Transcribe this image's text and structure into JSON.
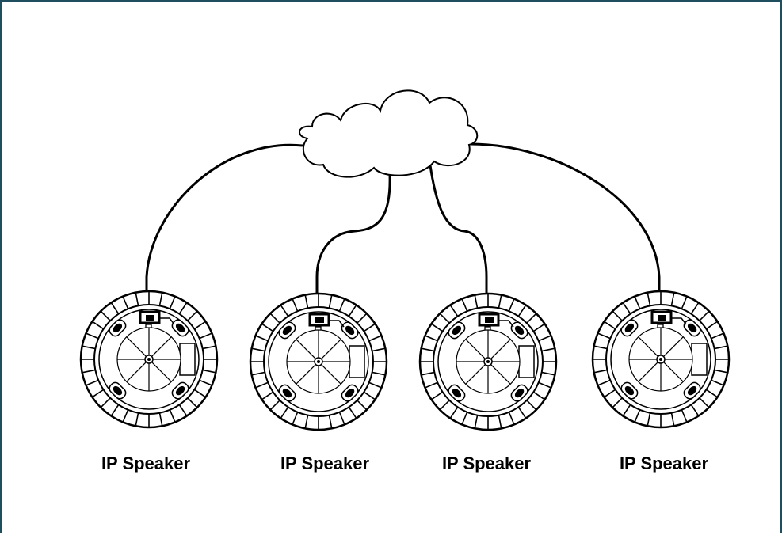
{
  "diagram": {
    "cloud_icon": "cloud-icon",
    "device_icon": "ceiling-speaker-icon",
    "line_color": "#000000",
    "border_color": "#1f4e5f",
    "speakers": [
      {
        "label": "IP Speaker"
      },
      {
        "label": "IP Speaker"
      },
      {
        "label": "IP Speaker"
      },
      {
        "label": "IP Speaker"
      }
    ]
  }
}
